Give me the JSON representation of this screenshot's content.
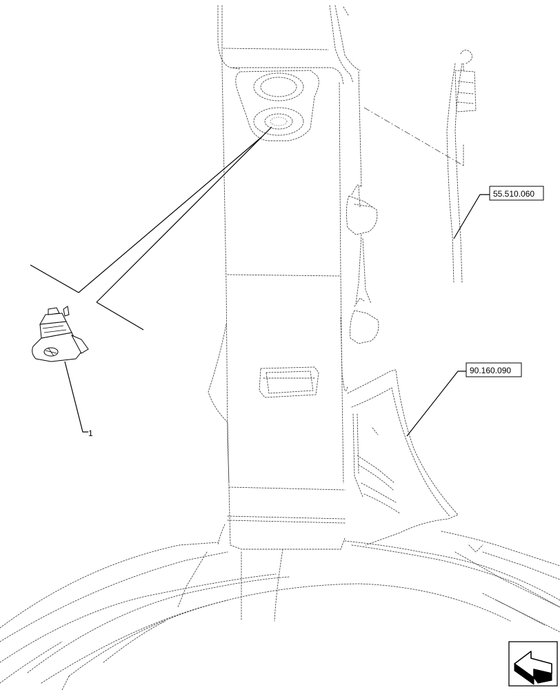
{
  "callouts": {
    "part_number": "1",
    "ref_a": "55.510.060",
    "ref_b": "90.160.090"
  },
  "icons": {
    "nav": "arrow-back-icon"
  }
}
